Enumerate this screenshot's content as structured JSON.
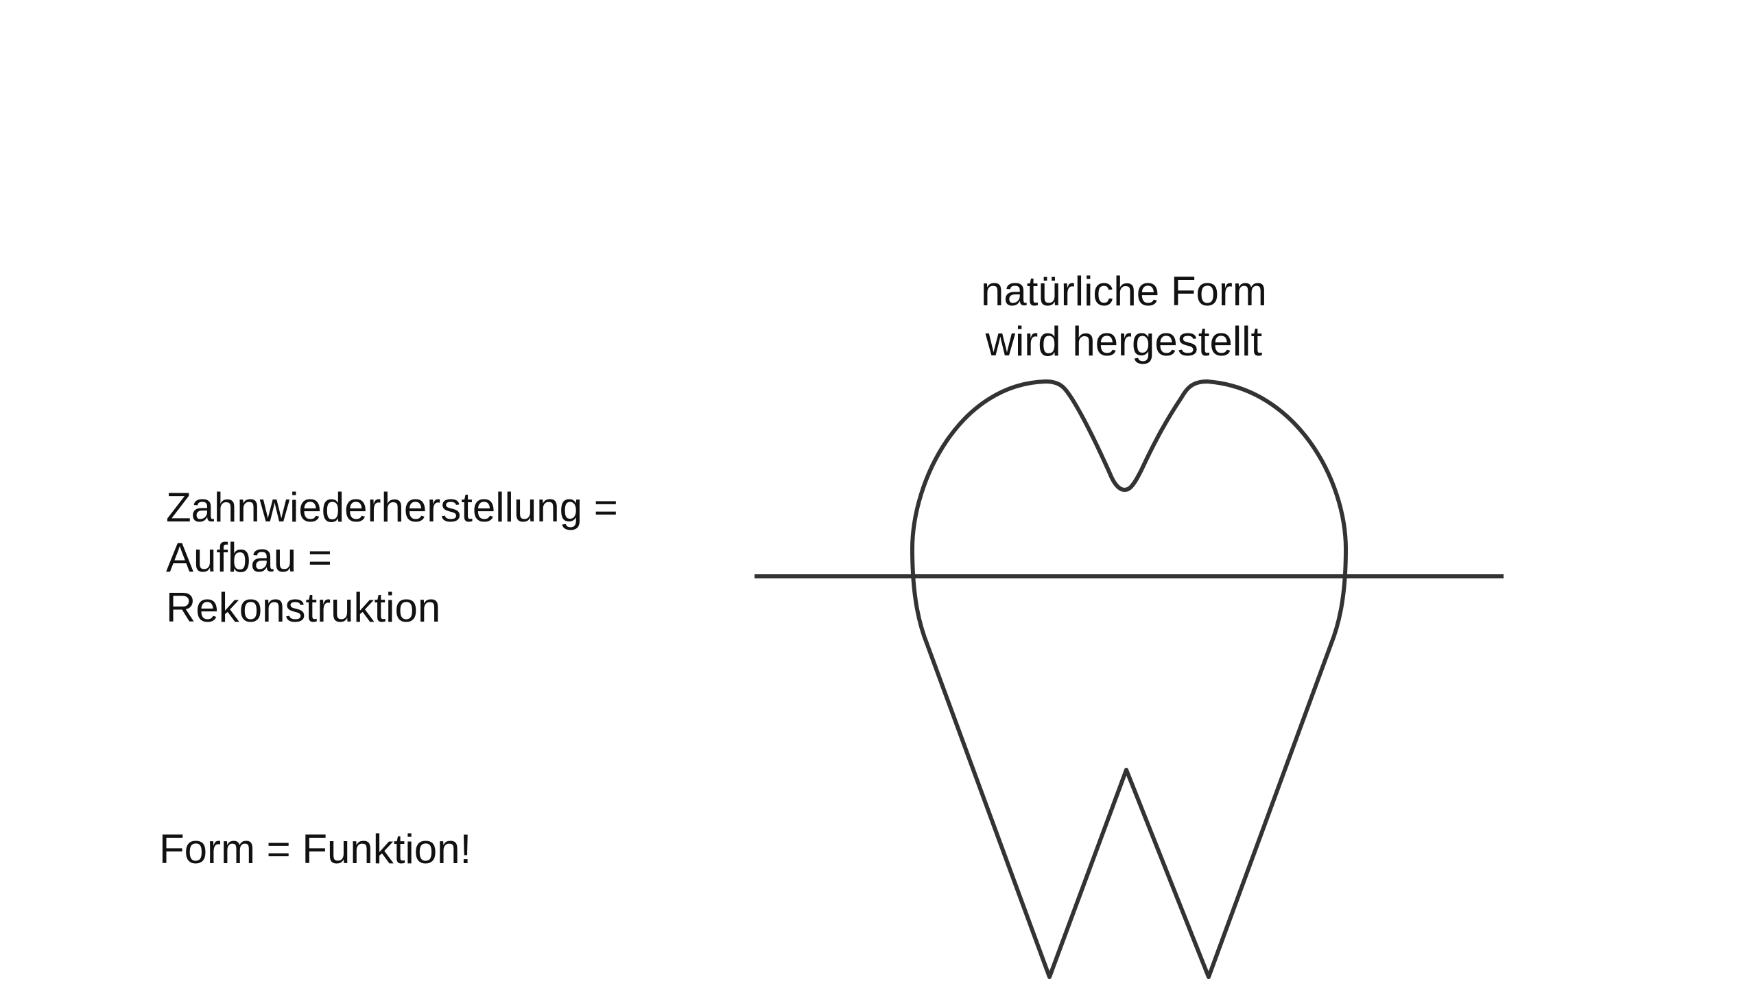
{
  "definition": {
    "lines": [
      "Zahnwiederherstellung =",
      "Aufbau =",
      "Rekonstruktion"
    ]
  },
  "motto": "Form = Funktion!",
  "caption": {
    "lines": [
      "natürliche Form",
      "wird hergestellt"
    ]
  },
  "colors": {
    "stroke": "#333333",
    "text": "#111111",
    "background": "#ffffff"
  }
}
